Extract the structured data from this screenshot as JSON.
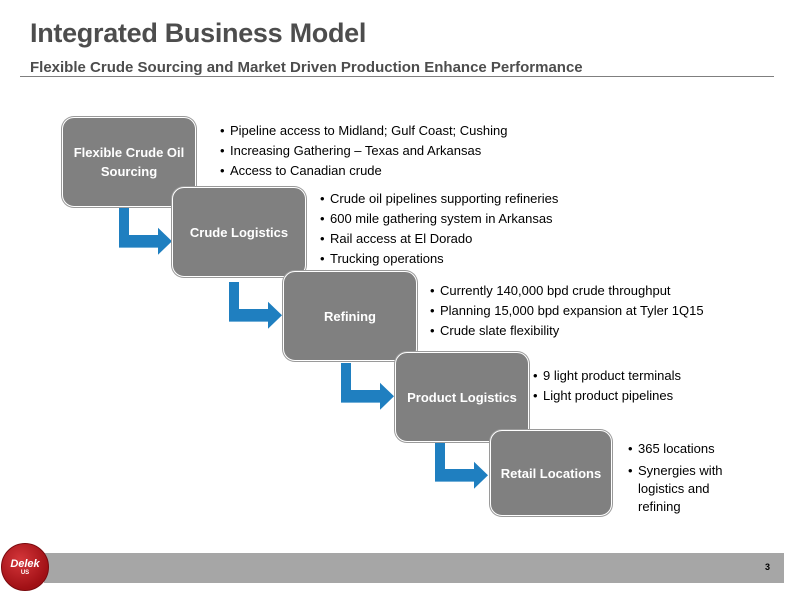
{
  "header": {
    "title": "Integrated Business Model",
    "subtitle": "Flexible Crude Sourcing and Market Driven Production Enhance Performance"
  },
  "steps": [
    {
      "label": "Flexible Crude Oil Sourcing",
      "bullets": [
        "Pipeline access to Midland; Gulf Coast; Cushing",
        "Increasing Gathering – Texas and Arkansas",
        "Access to Canadian crude"
      ]
    },
    {
      "label": "Crude Logistics",
      "bullets": [
        "Crude oil pipelines supporting refineries",
        "600 mile gathering system in Arkansas",
        "Rail access at El Dorado",
        "Trucking operations"
      ]
    },
    {
      "label": "Refining",
      "bullets": [
        "Currently 140,000 bpd  crude throughput",
        "Planning 15,000 bpd expansion at Tyler 1Q15",
        "Crude slate flexibility"
      ]
    },
    {
      "label": "Product Logistics",
      "bullets": [
        "9 light product terminals",
        "Light product pipelines"
      ]
    },
    {
      "label": "Retail Locations",
      "bullets": [
        "365 locations",
        "Synergies with logistics and refining"
      ]
    }
  ],
  "footer": {
    "page_number": "3",
    "logo_word": "Delek",
    "logo_sub": "US"
  },
  "colors": {
    "box_fill": "#808080",
    "arrow": "#1f7fc0",
    "footer_bar": "#a6a6a6",
    "logo": "#b0151b"
  }
}
